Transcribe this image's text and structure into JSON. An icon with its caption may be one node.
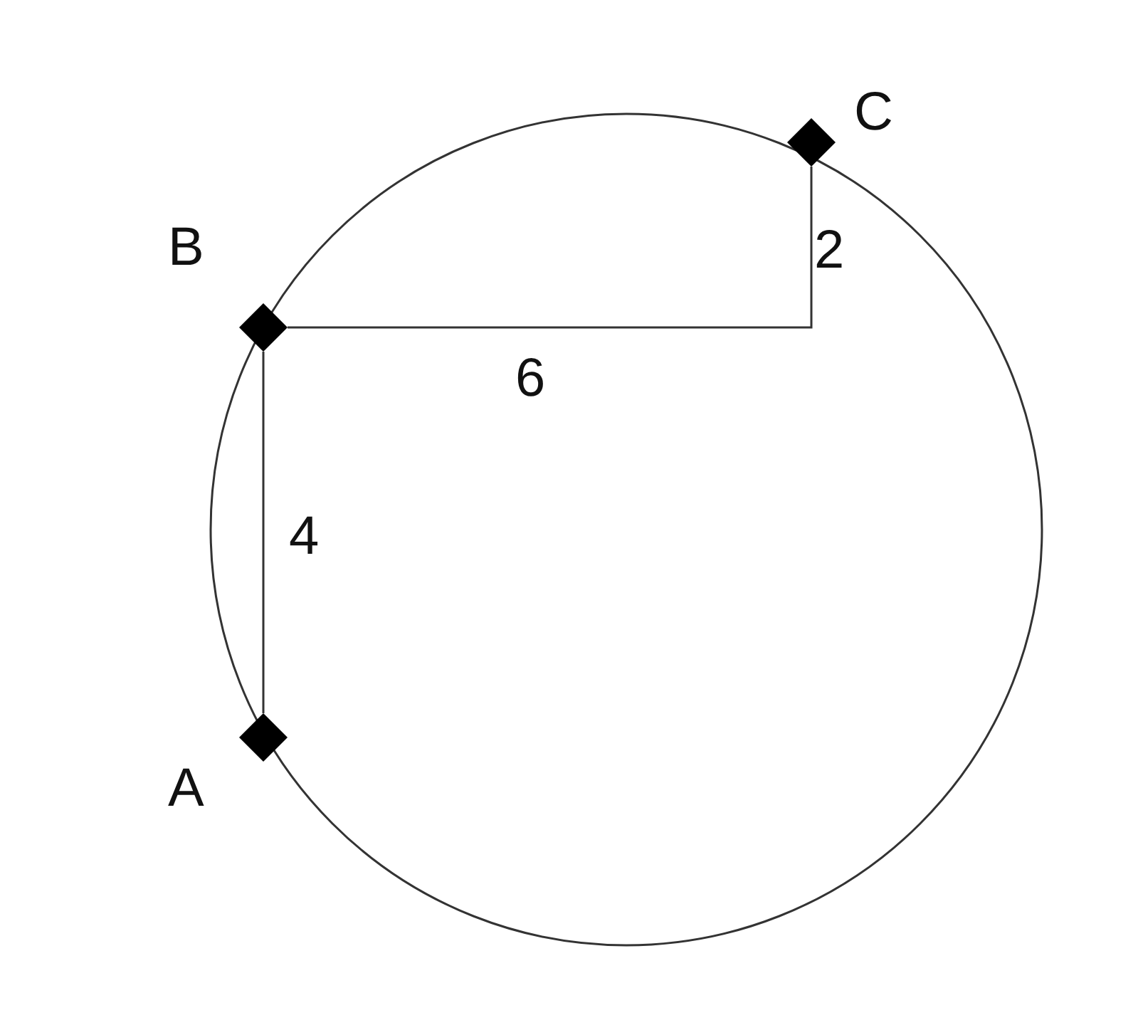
{
  "diagram": {
    "nodes": [
      {
        "text": [],
        "shape": "diamond",
        "beside": [
          "C"
        ]
      },
      {
        "text": [],
        "shape": "diamond",
        "beside": [
          "B"
        ]
      },
      {
        "text": [],
        "shape": "diamond",
        "beside": [
          "A"
        ]
      }
    ],
    "edges": [
      {
        "from": 1,
        "to": 0,
        "arrow": "none"
      },
      {
        "from": 1,
        "to": 2,
        "arrow": "none"
      }
    ],
    "labels": [
      "2",
      "6",
      "4"
    ]
  }
}
